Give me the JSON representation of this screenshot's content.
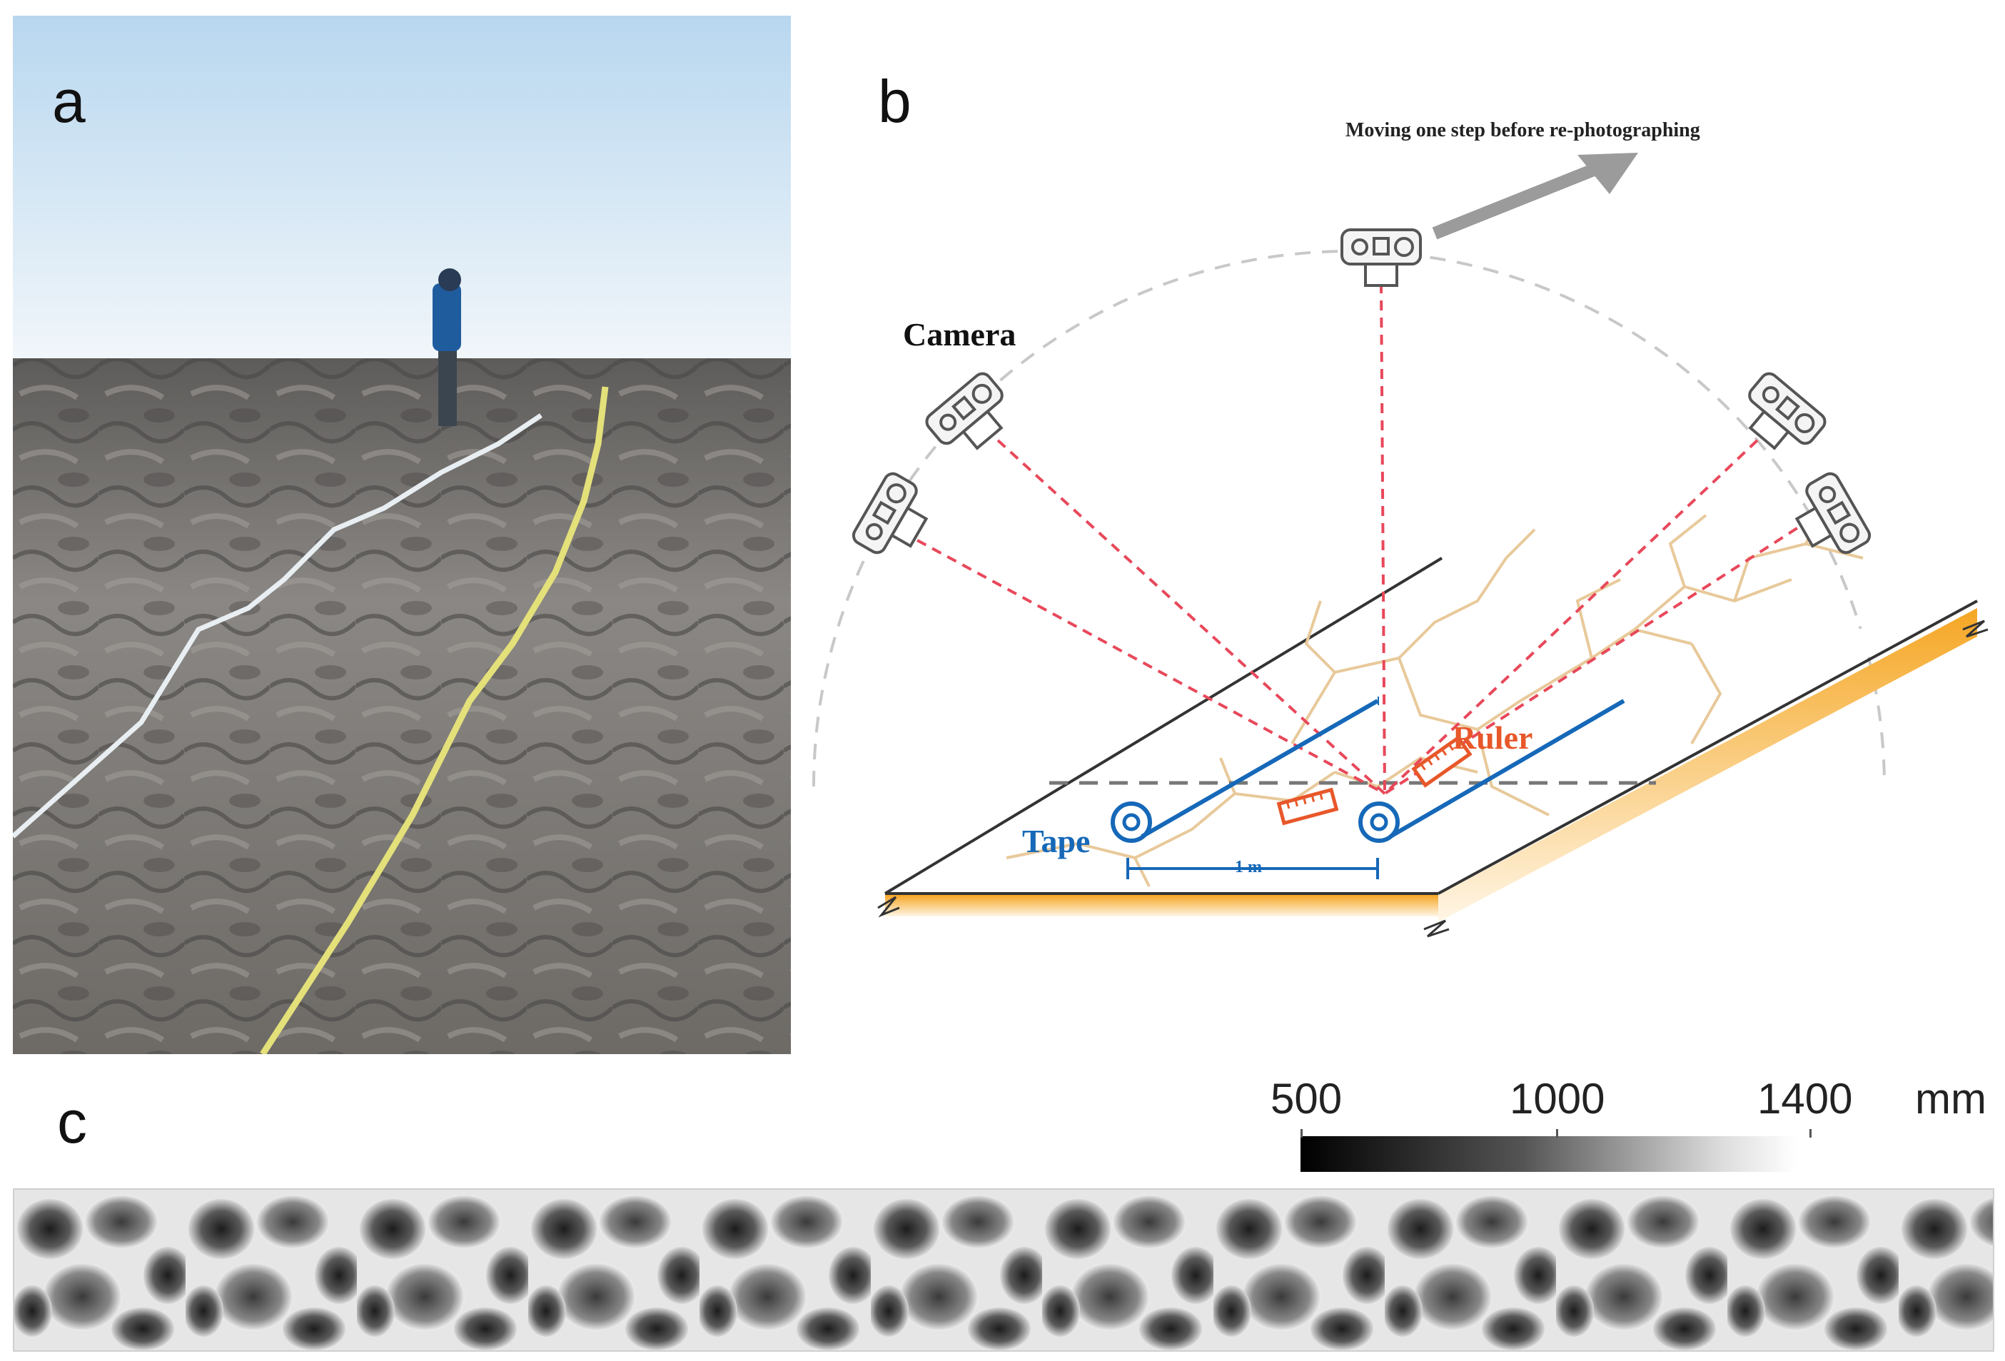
{
  "panels": {
    "a": {
      "label": "a"
    },
    "b": {
      "label": "b"
    },
    "c": {
      "label": "c"
    }
  },
  "diagram": {
    "moving_text": "Moving one step before re-photographing",
    "camera_label": "Camera",
    "ruler_label": "Ruler",
    "tape_label": "Tape",
    "spacing_label": "1 m"
  },
  "colorbar": {
    "ticks": [
      "500",
      "1000",
      "1400"
    ],
    "unit": "mm"
  },
  "colors": {
    "sky_top": "#cfe3f3",
    "ground": "#7b7b78",
    "ray": "#e8485a",
    "tape": "#1668b8",
    "ruler": "#e8572a",
    "crack": "#e8c99a",
    "slab_edge": "#f5a623"
  }
}
